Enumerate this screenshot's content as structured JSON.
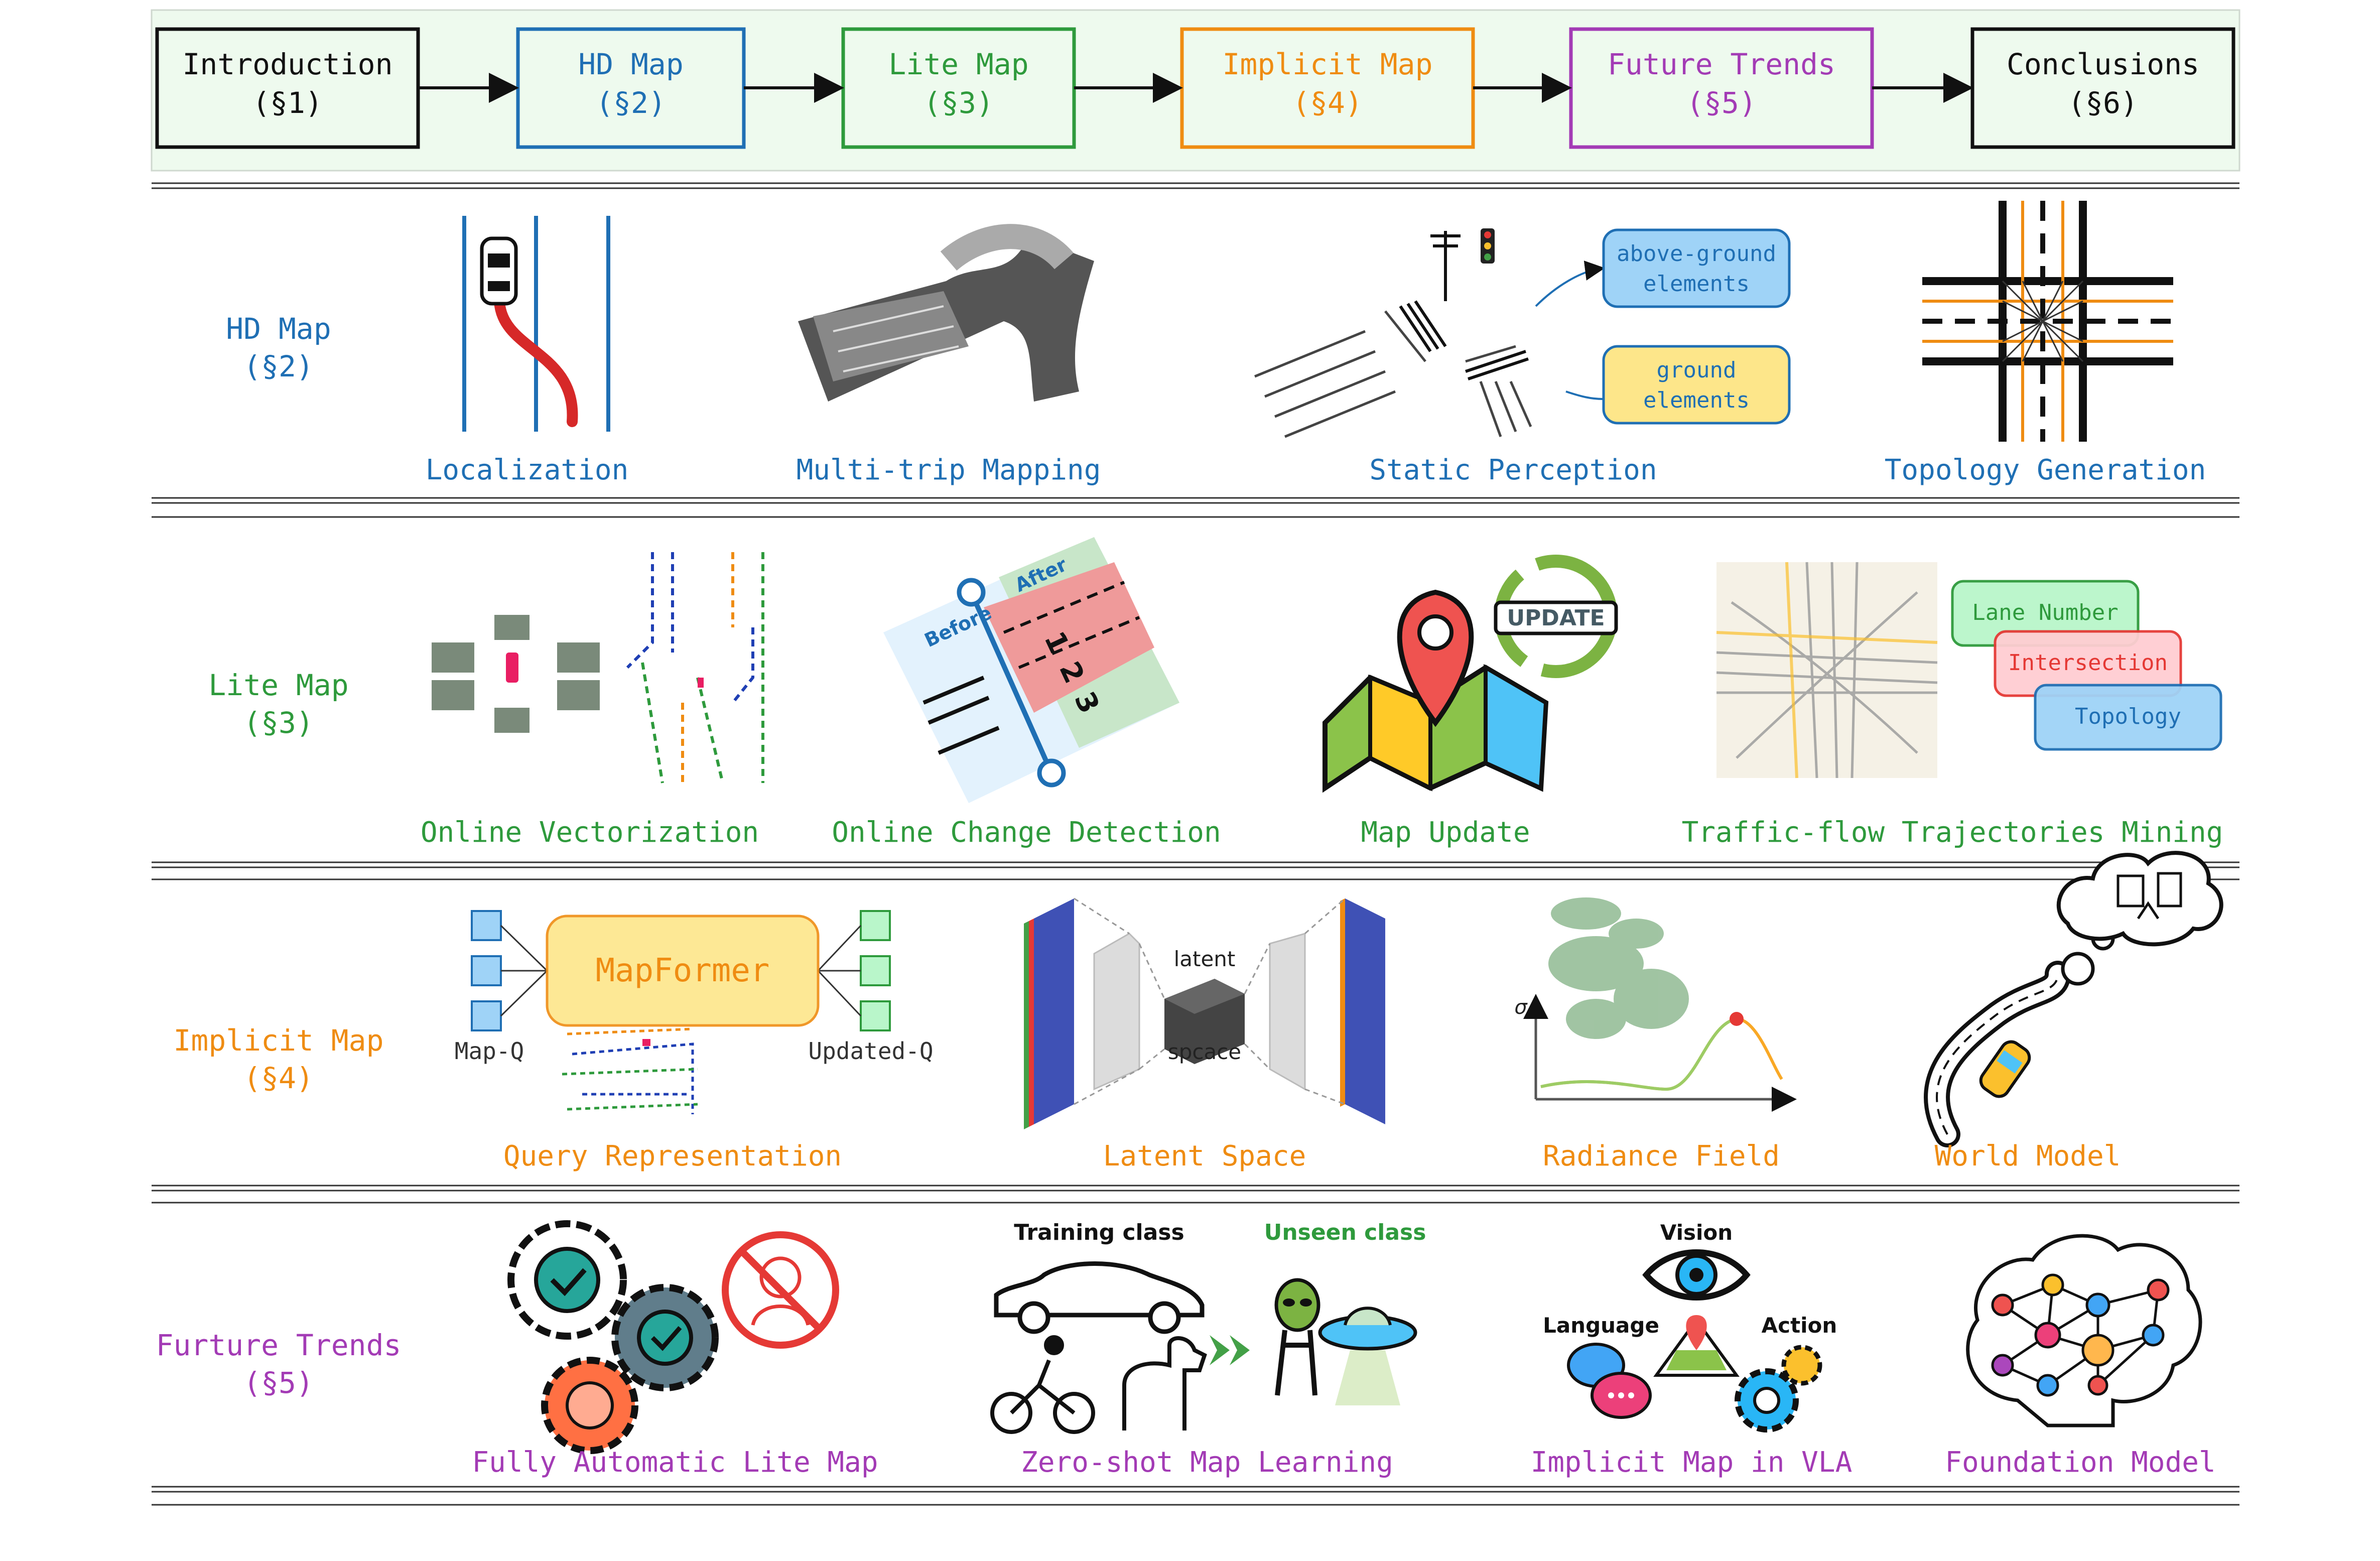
{
  "colors": {
    "hd": "#1f6fb4",
    "lite": "#2e9a3c",
    "implicit": "#ef8c12",
    "future": "#a33bb5",
    "black": "#111111",
    "flow_bg": "#eefaee"
  },
  "flow": {
    "boxes": [
      {
        "title": "Introduction",
        "section": "(§1)"
      },
      {
        "title": "HD Map",
        "section": "(§2)"
      },
      {
        "title": "Lite Map",
        "section": "(§3)"
      },
      {
        "title": "Implicit Map",
        "section": "(§4)"
      },
      {
        "title": "Future Trends",
        "section": "(§5)"
      },
      {
        "title": "Conclusions",
        "section": "(§6)"
      }
    ]
  },
  "rows": [
    {
      "title": "HD Map",
      "section": "(§2)",
      "items": [
        "Localization",
        "Multi-trip Mapping",
        "Static Perception",
        "Topology Generation"
      ],
      "annotations": {
        "above_ground": [
          "above-ground",
          "elements"
        ],
        "ground": [
          "ground",
          "elements"
        ]
      }
    },
    {
      "title": "Lite Map",
      "section": "(§3)",
      "items": [
        "Online Vectorization",
        "Online Change Detection",
        "Map Update",
        "Traffic-flow Trajectories Mining"
      ],
      "annotations": {
        "before": "Before",
        "after": "After",
        "lanes": [
          "1",
          "2",
          "3"
        ],
        "update": "UPDATE",
        "tags": [
          "Lane Number",
          "Intersection",
          "Topology"
        ]
      }
    },
    {
      "title": "Implicit Map",
      "section": "(§4)",
      "items": [
        "Query Representation",
        "Latent Space",
        "Radiance Field",
        "World Model"
      ],
      "annotations": {
        "mapformer": "MapFormer",
        "map_q": "Map-Q",
        "updated_q": "Updated-Q",
        "latent": "latent",
        "space": "spcace",
        "sigma": "σ"
      }
    },
    {
      "title": "Furture Trends",
      "section": "(§5)",
      "items": [
        "Fully Automatic Lite Map",
        "Zero-shot Map Learning",
        "Implicit Map in VLA",
        "Foundation Model"
      ],
      "annotations": {
        "training": "Training class",
        "unseen": "Unseen class",
        "vision": "Vision",
        "language": "Language",
        "action": "Action"
      }
    }
  ]
}
